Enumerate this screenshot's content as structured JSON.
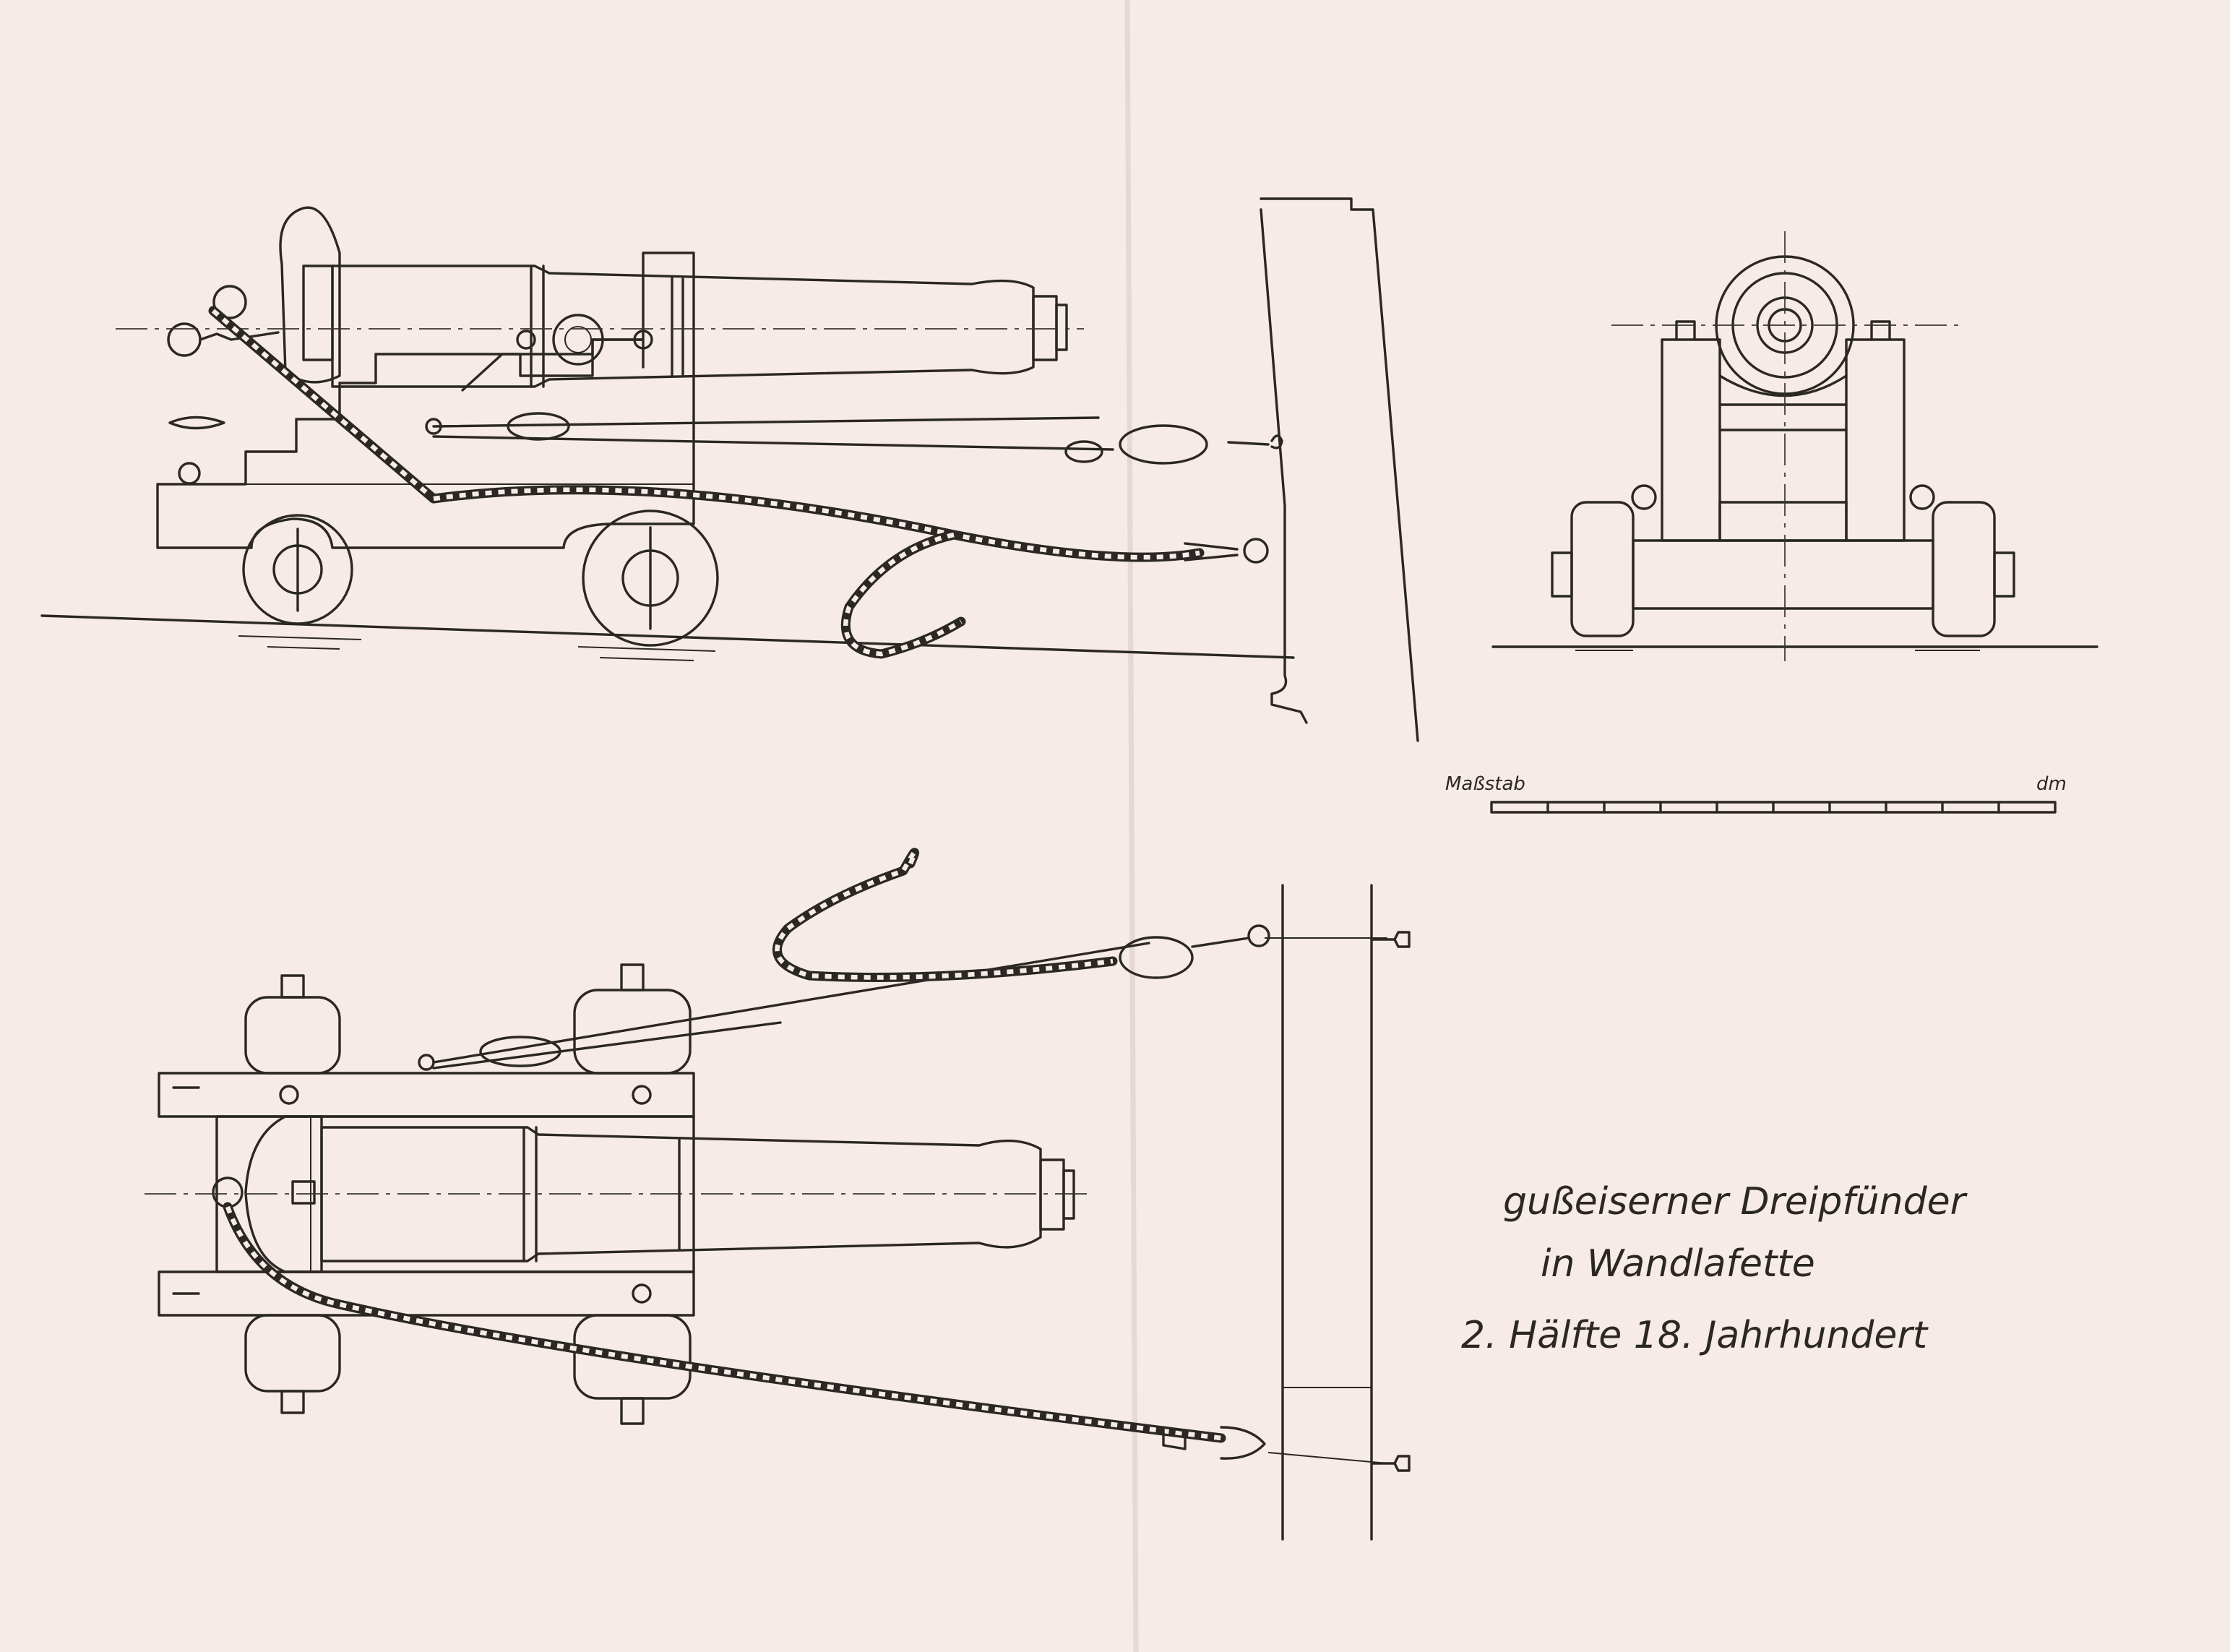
{
  "title_lines": [
    "gußeiserner Dreipfünder",
    "in Wandlafette",
    "2. Hälfte 18. Jahrhundert"
  ],
  "scale": {
    "label": "Maßstab",
    "unit": "dm",
    "divisions": 10
  },
  "views": [
    "side-elevation",
    "front-elevation",
    "plan-view"
  ],
  "colors": {
    "paper": "#f6ebe6",
    "ink": "#2b2724"
  }
}
